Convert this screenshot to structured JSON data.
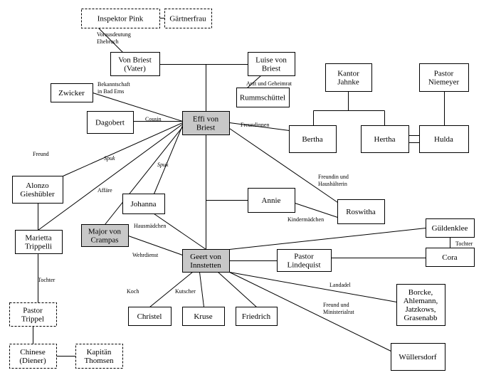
{
  "nodes": {
    "inspektor_pink": {
      "lines": [
        "Inspektor Pink"
      ]
    },
    "gaertnerfrau": {
      "lines": [
        "Gärtnerfrau"
      ]
    },
    "von_briest": {
      "lines": [
        "Von Briest",
        "(Vater)"
      ]
    },
    "luise_von_briest": {
      "lines": [
        "Luise von",
        "Briest"
      ]
    },
    "kantor_jahnke": {
      "lines": [
        "Kantor",
        "Jahnke"
      ]
    },
    "pastor_niemeyer": {
      "lines": [
        "Pastor",
        "Niemeyer"
      ]
    },
    "zwicker": {
      "lines": [
        "Zwicker"
      ]
    },
    "rummschuettel": {
      "lines": [
        "Rummschüttel"
      ]
    },
    "dagobert": {
      "lines": [
        "Dagobert"
      ]
    },
    "effi_von_briest": {
      "lines": [
        "Effi von",
        "Briest"
      ]
    },
    "bertha": {
      "lines": [
        "Bertha"
      ]
    },
    "hertha": {
      "lines": [
        "Hertha"
      ]
    },
    "hulda": {
      "lines": [
        "Hulda"
      ]
    },
    "alonzo_gieshuebler": {
      "lines": [
        "Alonzo",
        "Gieshübler"
      ]
    },
    "johanna": {
      "lines": [
        "Johanna"
      ]
    },
    "annie": {
      "lines": [
        "Annie"
      ]
    },
    "roswitha": {
      "lines": [
        "Roswitha"
      ]
    },
    "marietta_trippelli": {
      "lines": [
        "Marietta",
        "Trippelli"
      ]
    },
    "major_von_crampas": {
      "lines": [
        "Major von",
        "Crampas"
      ]
    },
    "gueldenklee": {
      "lines": [
        "Güldenklee"
      ]
    },
    "geert_von_innstetten": {
      "lines": [
        "Geert von",
        "Innstetten"
      ]
    },
    "pastor_lindequist": {
      "lines": [
        "Pastor",
        "Lindequist"
      ]
    },
    "cora": {
      "lines": [
        "Cora"
      ]
    },
    "pastor_trippel": {
      "lines": [
        "Pastor",
        "Trippel"
      ]
    },
    "borcke": {
      "lines": [
        "Borcke,",
        "Ahlemann,",
        "Jatzkows,",
        "Grasenabb"
      ]
    },
    "christel": {
      "lines": [
        "Christel"
      ]
    },
    "kruse": {
      "lines": [
        "Kruse"
      ]
    },
    "friedrich": {
      "lines": [
        "Friedrich"
      ]
    },
    "chinese_diener": {
      "lines": [
        "Chinese",
        "(Diener)"
      ]
    },
    "kapitaen_thomsen": {
      "lines": [
        "Kapitän",
        "Thomsen"
      ]
    },
    "wuellersdorf": {
      "lines": [
        "Wüllersdorf"
      ]
    }
  },
  "edge_labels": {
    "vorausdeutung": {
      "lines": [
        "Vorausdeutung",
        "Ehebruch"
      ]
    },
    "arzt": {
      "lines": [
        "Arzt und Geheimrat"
      ]
    },
    "bekanntschaft": {
      "lines": [
        "Bekanntschaft",
        "in Bad Ems"
      ]
    },
    "cousin": {
      "lines": [
        "Cousin"
      ]
    },
    "freundinnen": {
      "lines": [
        "Freundinnen"
      ]
    },
    "freund": {
      "lines": [
        "Freund"
      ]
    },
    "spuk_left": {
      "lines": [
        "Spuk"
      ]
    },
    "spuk_right": {
      "lines": [
        "Spuk"
      ]
    },
    "affaere": {
      "lines": [
        "Affäre"
      ]
    },
    "freundin_haushaelterin": {
      "lines": [
        "Freundin und",
        "Haushälterin"
      ]
    },
    "hausmaedchen": {
      "lines": [
        "Hausmädchen"
      ]
    },
    "kindermaedchen": {
      "lines": [
        "Kindermädchen"
      ]
    },
    "tochter_cora": {
      "lines": [
        "Tochter"
      ]
    },
    "wehrdienst": {
      "lines": [
        "Wehrdienst"
      ]
    },
    "tochter_marietta": {
      "lines": [
        "Tochter"
      ]
    },
    "landadel": {
      "lines": [
        "Landadel"
      ]
    },
    "ministerialrat": {
      "lines": [
        "Freund und",
        "Ministerialrat"
      ]
    },
    "koch": {
      "lines": [
        "Koch"
      ]
    },
    "kutscher": {
      "lines": [
        "Kutscher"
      ]
    }
  },
  "colors": {
    "line": "#000000",
    "box_fill": "#ffffff",
    "highlight_fill": "#c8c8c8"
  }
}
